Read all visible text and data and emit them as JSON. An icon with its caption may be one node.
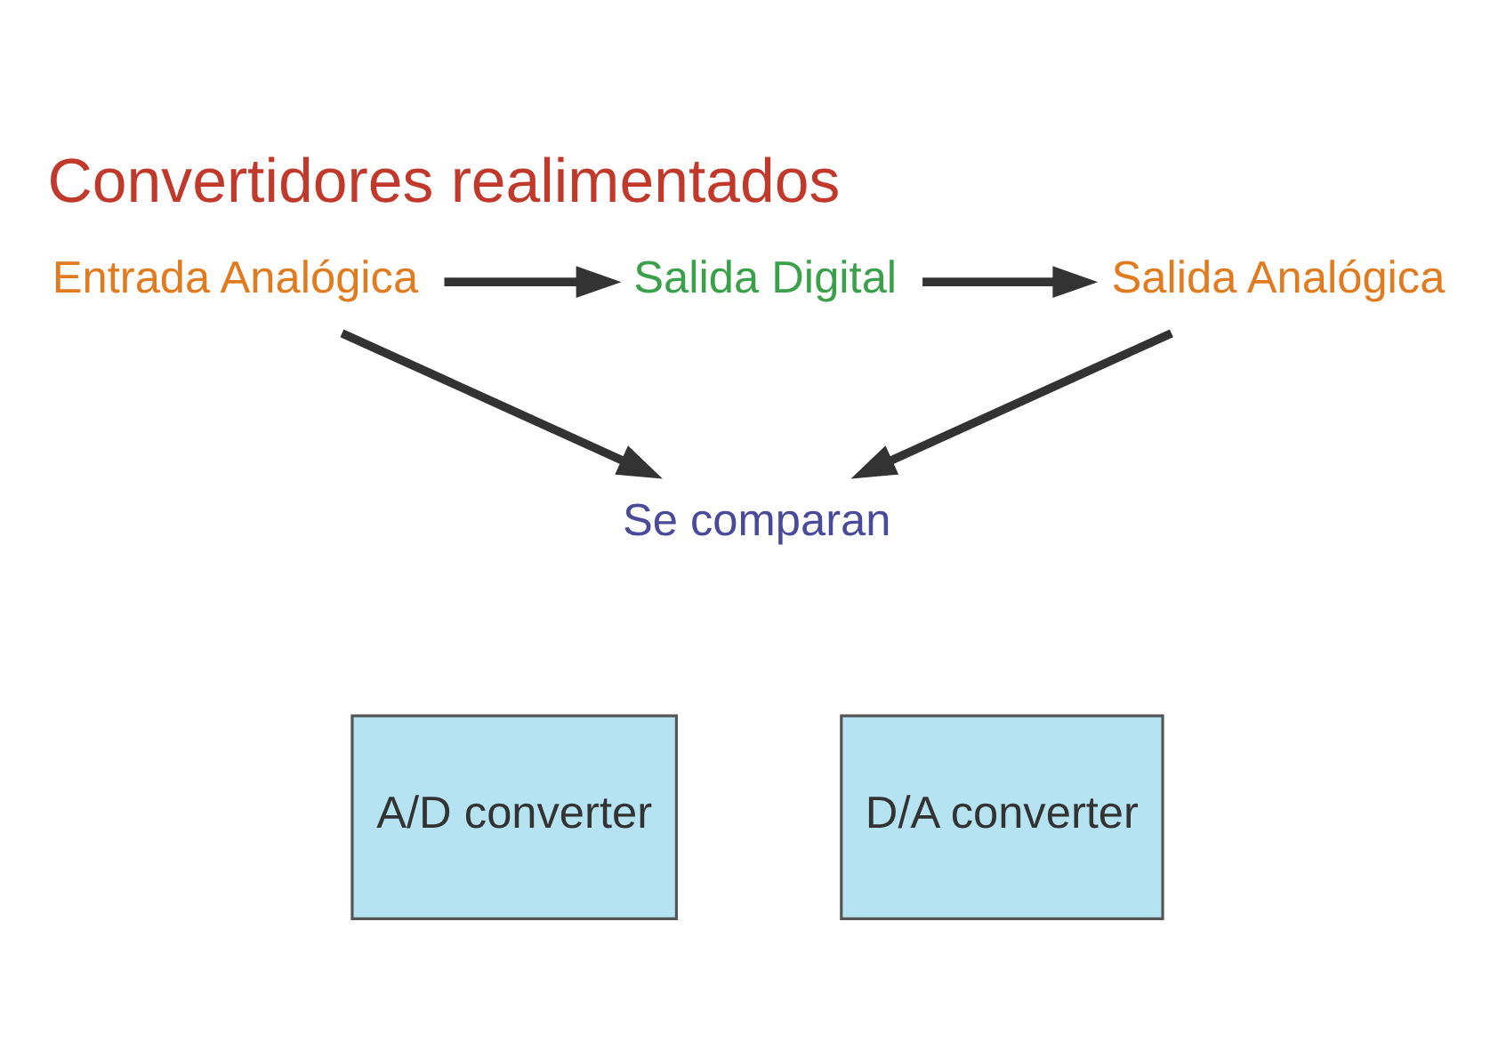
{
  "diagram": {
    "title": "Convertidores realimentados",
    "nodes": [
      {
        "text": [
          "Entrada Analógica"
        ]
      },
      {
        "text": [
          "Salida Digital"
        ]
      },
      {
        "text": [
          "Salida Analógica"
        ]
      },
      {
        "text": [
          "Se comparan"
        ]
      },
      {
        "text": [
          "A/D converter"
        ]
      },
      {
        "text": [
          "D/A converter"
        ]
      }
    ],
    "edges": [
      {
        "from": 0,
        "to": 1,
        "arrow": "to"
      },
      {
        "from": 1,
        "to": 2,
        "arrow": "to"
      },
      {
        "from": 0,
        "to": 3,
        "arrow": "to"
      },
      {
        "from": 2,
        "to": 3,
        "arrow": "to"
      }
    ]
  }
}
